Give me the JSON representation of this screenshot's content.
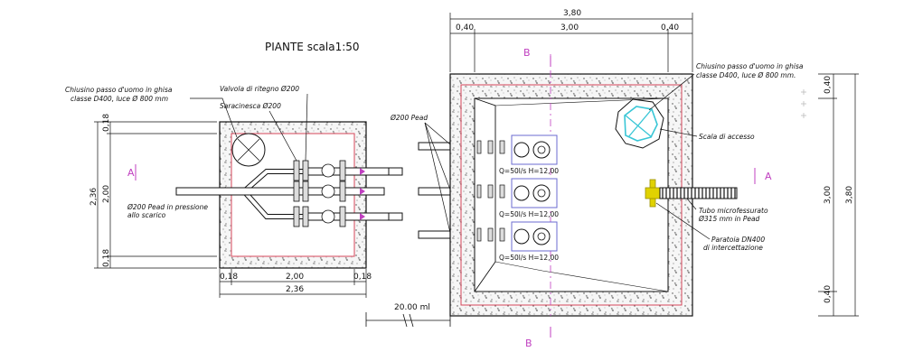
{
  "title": "PIANTE scala1:50",
  "colors": {
    "line": "#111111",
    "section": "#c040c0",
    "dimension": "#d6455a",
    "concrete": "#f4f4f4",
    "grate": "#39c6d6",
    "valve_gate": "#e0d200",
    "pump_frame": "#6b6bd0",
    "pipe": "#d0d0d0"
  },
  "left_tank": {
    "labels": {
      "manhole": "Chiusino passo d'uomo in ghisa",
      "manhole_class": "classe D400, luce Ø 800 mm",
      "check_valve": "Valvola di ritegno Ø200",
      "gate_valve": "Saracinesca Ø200",
      "pipe_out": "Ø200 Pead in pressione",
      "pipe_out_2": "allo scarico"
    },
    "dims": {
      "bottom": [
        "0,18",
        "2,00",
        "0,18"
      ],
      "bottom_total": "2,36",
      "left": [
        "0,18",
        "2,00",
        "0,18"
      ],
      "left_total": "2,36"
    }
  },
  "right_tank": {
    "labels": {
      "pipes": "Ø200 Pead",
      "manhole": "Chiusino passo d'uomo in ghisa",
      "manhole_class": "classe D400, luce Ø 800 mm.",
      "stair": "Scala di accesso",
      "tube": "Tubo microfessurato",
      "tube_2": "Ø315 mm in Pead",
      "gate": "Paratoia DN400",
      "gate_2": "di intercettazione"
    },
    "pumps": [
      {
        "label": "Q=50l/s  H=12,00"
      },
      {
        "label": "Q=50l/s  H=12,00"
      },
      {
        "label": "Q=50l/s  H=12,00"
      }
    ],
    "dims": {
      "top_total": "3,80",
      "top": [
        "0,40",
        "3,00",
        "0,40"
      ],
      "right": [
        "0,40",
        "3,00",
        "0,40"
      ],
      "right_total": "3,80"
    }
  },
  "break_dimension": "20.00 ml",
  "sections": {
    "a": "A",
    "b": "B"
  }
}
